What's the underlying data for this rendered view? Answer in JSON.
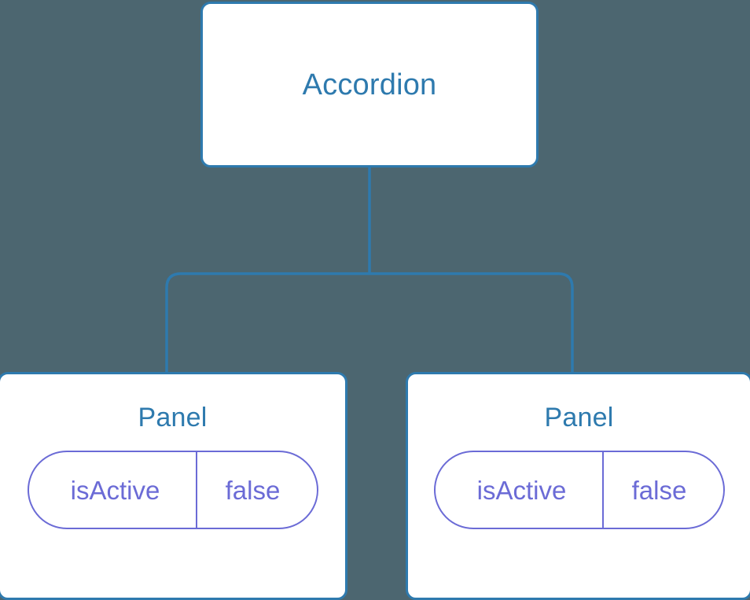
{
  "diagram": {
    "type": "component-tree",
    "background_color": "#4c6670",
    "node_border_color": "#2e7aae",
    "node_title_color": "#2e7aae",
    "node_fill_color": "#ffffff",
    "prop_accent_color": "#6b6bd6",
    "connector_color": "#2e7aae",
    "root": {
      "title": "Accordion"
    },
    "children": [
      {
        "title": "Panel",
        "prop_key": "isActive",
        "prop_value": "false"
      },
      {
        "title": "Panel",
        "prop_key": "isActive",
        "prop_value": "false"
      }
    ]
  }
}
